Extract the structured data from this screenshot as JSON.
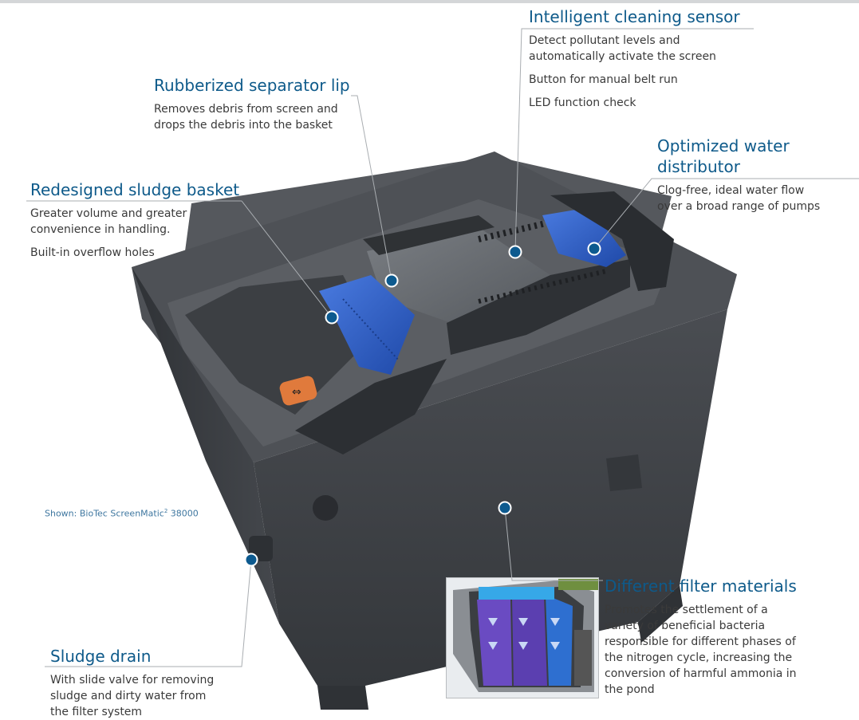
{
  "callouts": {
    "sensor": {
      "title": "Intelligent cleaning sensor",
      "lines": [
        "Detect pollutant levels and\nautomatically activate the screen",
        "Button for manual belt run",
        "LED function check"
      ]
    },
    "lip": {
      "title": "Rubberized separator lip",
      "lines": [
        "Removes debris from screen and\ndrops the debris into the basket"
      ]
    },
    "distributor": {
      "title_line1": "Optimized water",
      "title_line2": "distributor",
      "lines": [
        "Clog-free, ideal water flow\nover a broad range of pumps"
      ]
    },
    "basket": {
      "title": "Redesigned sludge basket",
      "lines": [
        "Greater volume and greater\nconvenience in handling.",
        "Built-in overflow holes"
      ]
    },
    "materials": {
      "title": "Different filter materials",
      "lines": [
        "Promotes the settlement of a\nvariety of beneficial bacteria\nresponsible for different phases of\nthe nitrogen cycle, increasing the\nconversion of harmful ammonia in\nthe pond"
      ]
    },
    "drain": {
      "title": "Sludge drain",
      "lines": [
        "With slide valve for removing\nsludge and dirty water from\nthe filter system"
      ]
    }
  },
  "caption": {
    "prefix": "Shown: BioTec ScreenMatic",
    "sup": "2",
    "suffix": " 38000"
  },
  "colors": {
    "heading": "#0e5a8a",
    "body_text": "#3a3a3a",
    "marker": "#0d5a8f",
    "leader_line": "#a9adb1",
    "basket_blue": "#2f63c9",
    "housing": "#3f4246"
  }
}
